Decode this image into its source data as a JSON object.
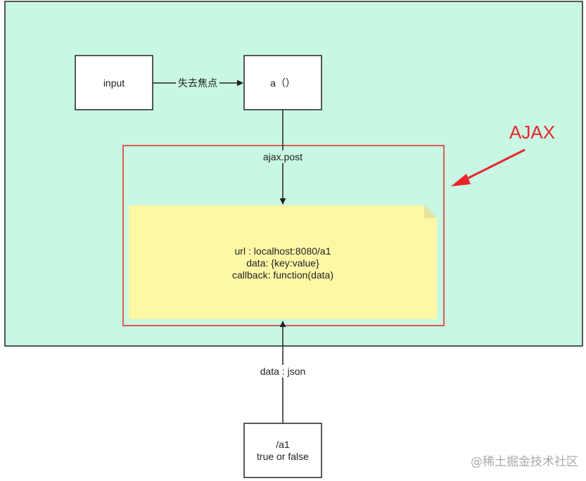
{
  "nodes": {
    "input": {
      "label": "input"
    },
    "function_a": {
      "label": "a（）"
    },
    "request_note": {
      "lines": [
        "url : localhost:8080/a1",
        "data: {key:value}",
        "callback: function(data)"
      ]
    },
    "server": {
      "lines": [
        "/a1",
        "true or false"
      ]
    }
  },
  "edges": {
    "blur": {
      "label": "失去焦点"
    },
    "ajax_post": {
      "label": "ajax.post"
    },
    "response": {
      "label": "data : json"
    }
  },
  "annotation": {
    "label": "AJAX",
    "color": "#e8262a"
  },
  "watermark": "@稀土掘金技术社区",
  "colors": {
    "background": "#c8f7e3",
    "note": "#fdf7a6",
    "note_fold": "#e8e29a",
    "stroke": "#222222"
  }
}
